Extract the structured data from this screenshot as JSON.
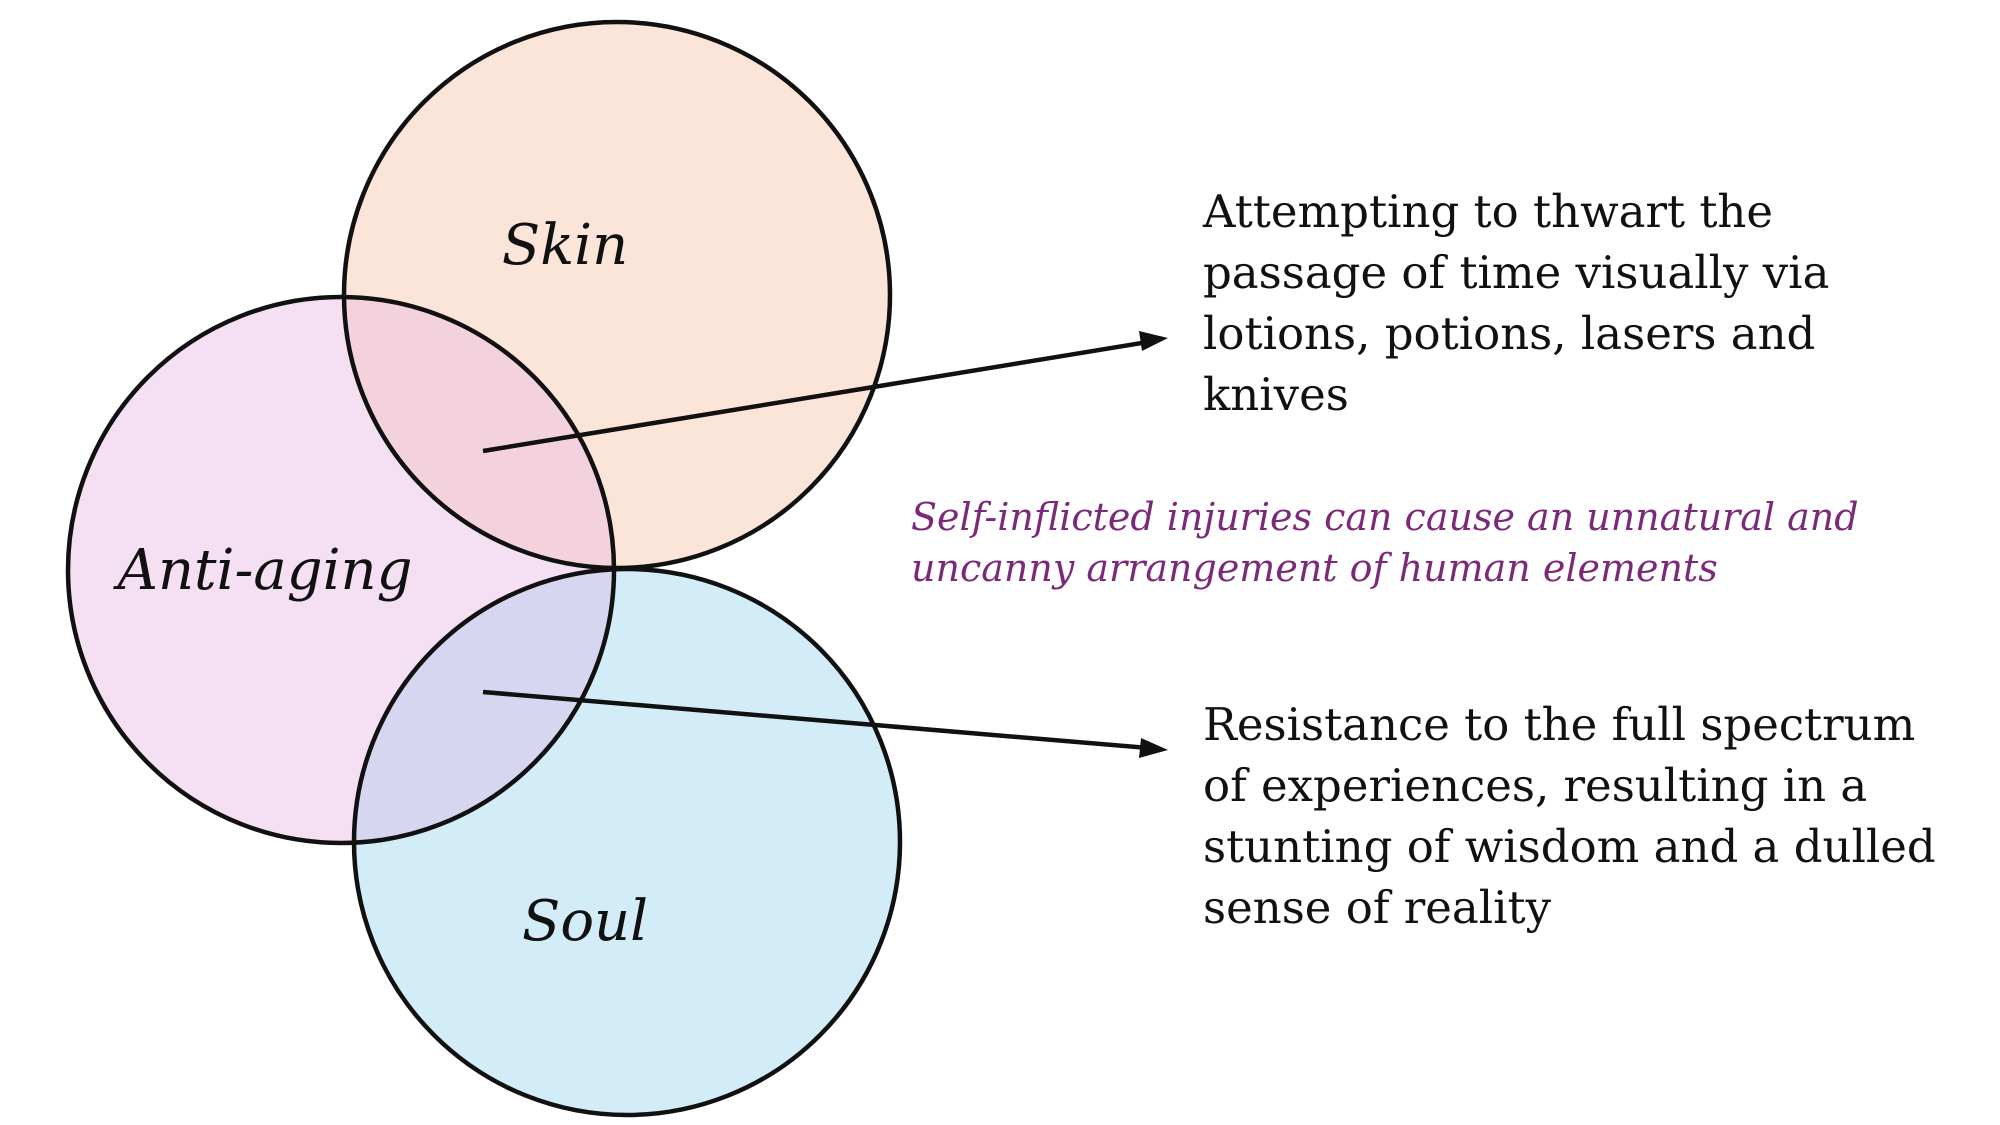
{
  "diagram": {
    "circles": {
      "skin": {
        "label": "Skin",
        "fill": "#fbe5d8"
      },
      "anti_aging": {
        "label": "Anti-aging",
        "fill": "#f5dff2"
      },
      "soul": {
        "label": "Soul",
        "fill": "#d2edf8"
      }
    },
    "overlap_colors": {
      "skin_anti_aging": "#f3d2de",
      "anti_aging_soul": "#d7d6f0"
    },
    "stroke_color": "#111111",
    "notes": {
      "top": "Attempting to thwart the passage of time visually via lotions, potions, lasers and knives",
      "middle": "Self-inflicted injuries can cause an unnatural and uncanny arrangement of human elements",
      "bottom": "Resistance to the full spectrum of experiences, resulting in a stunting of wisdom and a dulled sense of reality"
    },
    "middle_note_color": "#7b2a7a"
  }
}
